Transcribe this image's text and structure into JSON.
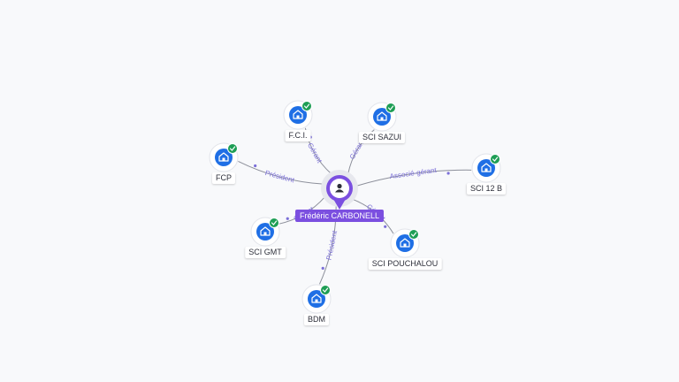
{
  "colors": {
    "background": "#f8f9fb",
    "edge": "#8c8f9a",
    "edge_label": "#7b6fd8",
    "person_accent": "#7b4fe0",
    "company_icon": "#1f6fe5",
    "verified_badge": "#1e9e55"
  },
  "center": {
    "name": "Frédéric CARBONELL",
    "icon": "person-icon"
  },
  "companies": [
    {
      "id": "fci",
      "name": "F.C.I.",
      "icon": "building-icon",
      "verified": true,
      "relation": "Gérant"
    },
    {
      "id": "sazui",
      "name": "SCI SAZUI",
      "icon": "building-icon",
      "verified": true,
      "relation": "Gérant"
    },
    {
      "id": "fcp",
      "name": "FCP",
      "icon": "building-icon",
      "verified": true,
      "relation": "Président"
    },
    {
      "id": "sci12b",
      "name": "SCI 12 B",
      "icon": "building-icon",
      "verified": true,
      "relation": "Associé-gérant"
    },
    {
      "id": "gmt",
      "name": "SCI GMT",
      "icon": "building-icon",
      "verified": true,
      "relation": "Gérant"
    },
    {
      "id": "pouchalou",
      "name": "SCI POUCHALOU",
      "icon": "building-icon",
      "verified": true,
      "relation": "Gérant"
    },
    {
      "id": "bdm",
      "name": "BDM",
      "icon": "building-icon",
      "verified": true,
      "relation": "Président"
    }
  ]
}
